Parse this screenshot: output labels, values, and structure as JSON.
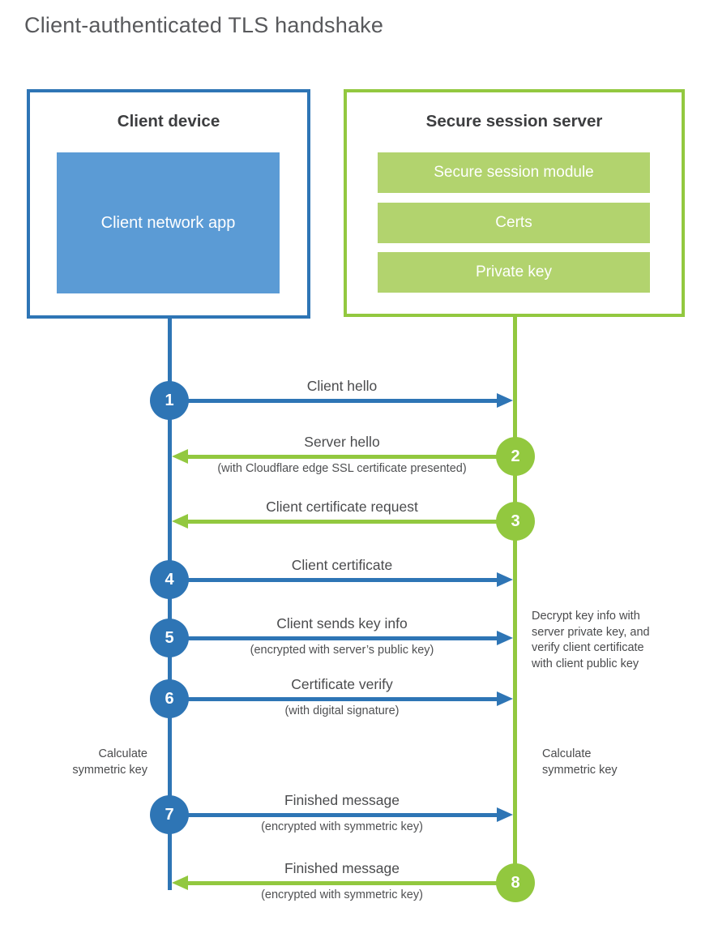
{
  "title": "Client-authenticated TLS handshake",
  "colors": {
    "blue_line": "#2e75b5",
    "blue_fill": "#5b9bd5",
    "green_line": "#92c83f",
    "green_fill": "#b2d36e",
    "heading_text": "#3d3e40",
    "label_text": "#4a4b4d"
  },
  "client_box": {
    "title": "Client device",
    "app_label": "Client network app"
  },
  "server_box": {
    "title": "Secure session server",
    "modules": [
      "Secure session module",
      "Certs",
      "Private key"
    ]
  },
  "steps": [
    {
      "number": "1",
      "actor": "client",
      "direction": "right",
      "label": "Client hello",
      "sublabel": ""
    },
    {
      "number": "2",
      "actor": "server",
      "direction": "left",
      "label": "Server hello",
      "sublabel": "(with Cloudflare edge SSL certificate presented)"
    },
    {
      "number": "3",
      "actor": "server",
      "direction": "left",
      "label": "Client certificate request",
      "sublabel": ""
    },
    {
      "number": "4",
      "actor": "client",
      "direction": "right",
      "label": "Client certificate",
      "sublabel": ""
    },
    {
      "number": "5",
      "actor": "client",
      "direction": "right",
      "label": "Client sends key info",
      "sublabel": "(encrypted with server’s public key)"
    },
    {
      "number": "6",
      "actor": "client",
      "direction": "right",
      "label": "Certificate verify",
      "sublabel": "(with digital signature)"
    },
    {
      "number": "7",
      "actor": "client",
      "direction": "right",
      "label": "Finished message",
      "sublabel": "(encrypted with symmetric key)"
    },
    {
      "number": "8",
      "actor": "server",
      "direction": "left",
      "label": "Finished message",
      "sublabel": "(encrypted with symmetric key)"
    }
  ],
  "annotations": {
    "decrypt_note": "Decrypt key info with server private key, and verify client certificate with client public key",
    "calculate_left": "Calculate symmetric key",
    "calculate_right": "Calculate symmetric key"
  }
}
